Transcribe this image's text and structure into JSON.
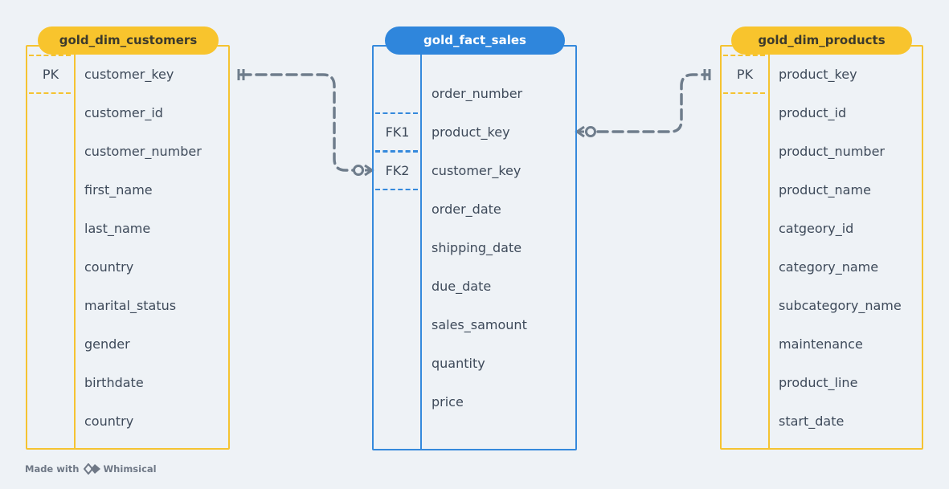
{
  "customers": {
    "title": "gold_dim_customers",
    "pk_label": "PK",
    "fields": [
      "customer_key",
      "customer_id",
      "customer_number",
      "first_name",
      "last_name",
      "country",
      "marital_status",
      "gender",
      "birthdate",
      "country"
    ]
  },
  "sales": {
    "title": "gold_fact_sales",
    "fk1_label": "FK1",
    "fk2_label": "FK2",
    "fields": [
      "order_number",
      "product_key",
      "customer_key",
      "order_date",
      "shipping_date",
      "due_date",
      "sales_samount",
      "quantity",
      "price"
    ]
  },
  "products": {
    "title": "gold_dim_products",
    "pk_label": "PK",
    "fields": [
      "product_key",
      "product_id",
      "product_number",
      "product_name",
      "catgeory_id",
      "category_name",
      "subcategory_name",
      "maintenance",
      "product_line",
      "start_date"
    ]
  },
  "footer": {
    "made_with": "Made with",
    "brand": "Whimsical"
  },
  "colors": {
    "dim_accent": "#f5c331",
    "fact_accent": "#2f86dc",
    "connector": "#6f7d8c"
  },
  "relationships": [
    {
      "from": "gold_dim_customers.customer_key",
      "to": "gold_fact_sales.customer_key",
      "type": "one-to-zero-or-many"
    },
    {
      "from": "gold_dim_products.product_key",
      "to": "gold_fact_sales.product_key",
      "type": "one-to-zero-or-many"
    }
  ]
}
